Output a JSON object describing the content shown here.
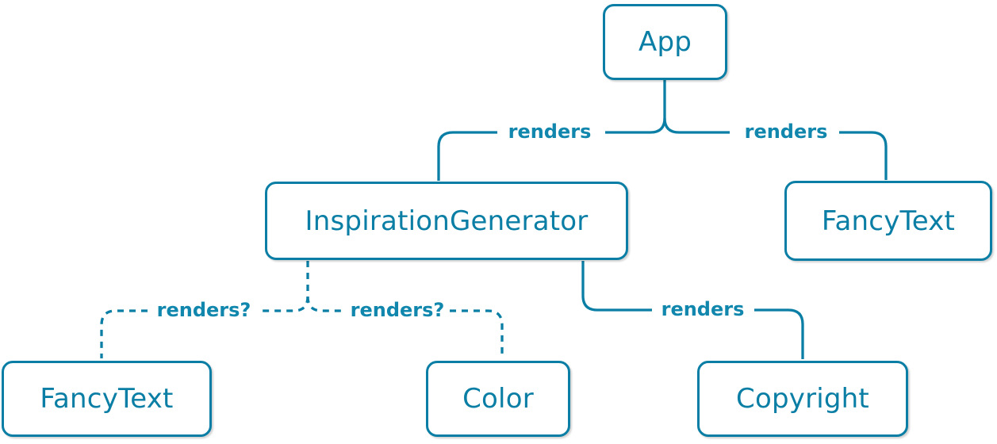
{
  "diagram": {
    "kind": "component-render-tree",
    "nodes": [
      {
        "id": "app",
        "label": "App"
      },
      {
        "id": "inspiration-generator",
        "label": "InspirationGenerator"
      },
      {
        "id": "fancy-text-top",
        "label": "FancyText"
      },
      {
        "id": "fancy-text-bottom",
        "label": "FancyText"
      },
      {
        "id": "color",
        "label": "Color"
      },
      {
        "id": "copyright",
        "label": "Copyright"
      }
    ],
    "edges": [
      {
        "from": "App",
        "to": "InspirationGenerator",
        "label": "renders",
        "style": "solid"
      },
      {
        "from": "App",
        "to": "FancyText",
        "label": "renders",
        "style": "solid"
      },
      {
        "from": "InspirationGenerator",
        "to": "FancyText",
        "label": "renders?",
        "style": "dashed"
      },
      {
        "from": "InspirationGenerator",
        "to": "Color",
        "label": "renders?",
        "style": "dashed"
      },
      {
        "from": "InspirationGenerator",
        "to": "Copyright",
        "label": "renders",
        "style": "solid"
      }
    ],
    "colors": {
      "stroke": "#0a7ea4",
      "node_border": "#0a7ea4",
      "node_text": "#0a7ea4",
      "node_background": "#ffffff",
      "edge_label_text": "#1187ad",
      "page_background": "#ffffff"
    }
  }
}
